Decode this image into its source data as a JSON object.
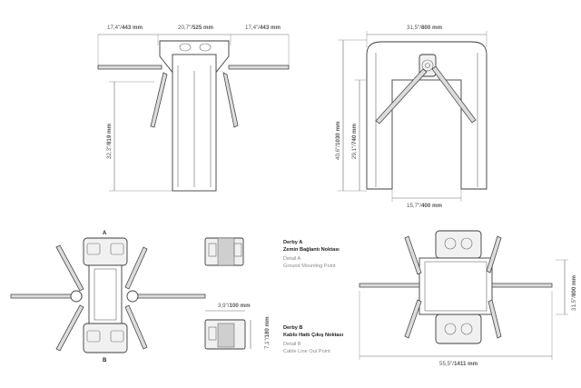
{
  "dims": {
    "front_left": {
      "imp": "17,4\"/",
      "met": "443 mm"
    },
    "front_mid": {
      "imp": "20,7\"/",
      "met": "525 mm"
    },
    "front_right": {
      "imp": "17,4\"/",
      "met": "443 mm"
    },
    "front_height": {
      "imp": "32,3\"/",
      "met": "819 mm"
    },
    "side_width": {
      "imp": "31,5\"/",
      "met": "800 mm"
    },
    "side_height": {
      "imp": "40,6\"/",
      "met": "1030 mm"
    },
    "side_arm_height": {
      "imp": "29,1\"/",
      "met": "740 mm"
    },
    "side_base": {
      "imp": "15,7\"/",
      "met": "400 mm"
    },
    "detail_b_width": {
      "imp": "3,9\"/",
      "met": "100 mm"
    },
    "detail_b_height": {
      "imp": "7,1\"/",
      "met": "180 mm"
    },
    "top_right_height": {
      "imp": "31,5\"/",
      "met": "800 mm"
    },
    "top_right_width": {
      "imp": "55,5\"/",
      "met": "1411 mm"
    }
  },
  "markers": {
    "a": "A",
    "b": "B"
  },
  "detail_a": {
    "title": "Derby A",
    "subtitle": "Zemin Bağlantı Noktası",
    "en_title": "Detail A",
    "en_subtitle": "Ground Mounting Point"
  },
  "detail_b": {
    "title": "Derby B",
    "subtitle": "Kablo Hattı Çıkış Noktası",
    "en_title": "Detail B",
    "en_subtitle": "Cable Line Out Point"
  }
}
